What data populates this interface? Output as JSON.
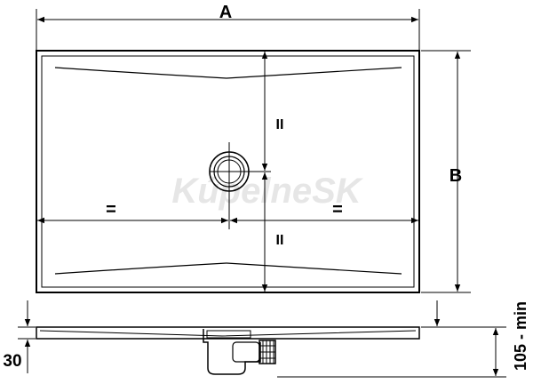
{
  "labels": {
    "width": "A",
    "depth": "B",
    "equal": "=",
    "parallel": "II",
    "base_height": "30",
    "min_height": "105 - min"
  },
  "watermark": "KúpelneSK",
  "colors": {
    "line": "#000000",
    "watermark": "#e6e6e6"
  }
}
